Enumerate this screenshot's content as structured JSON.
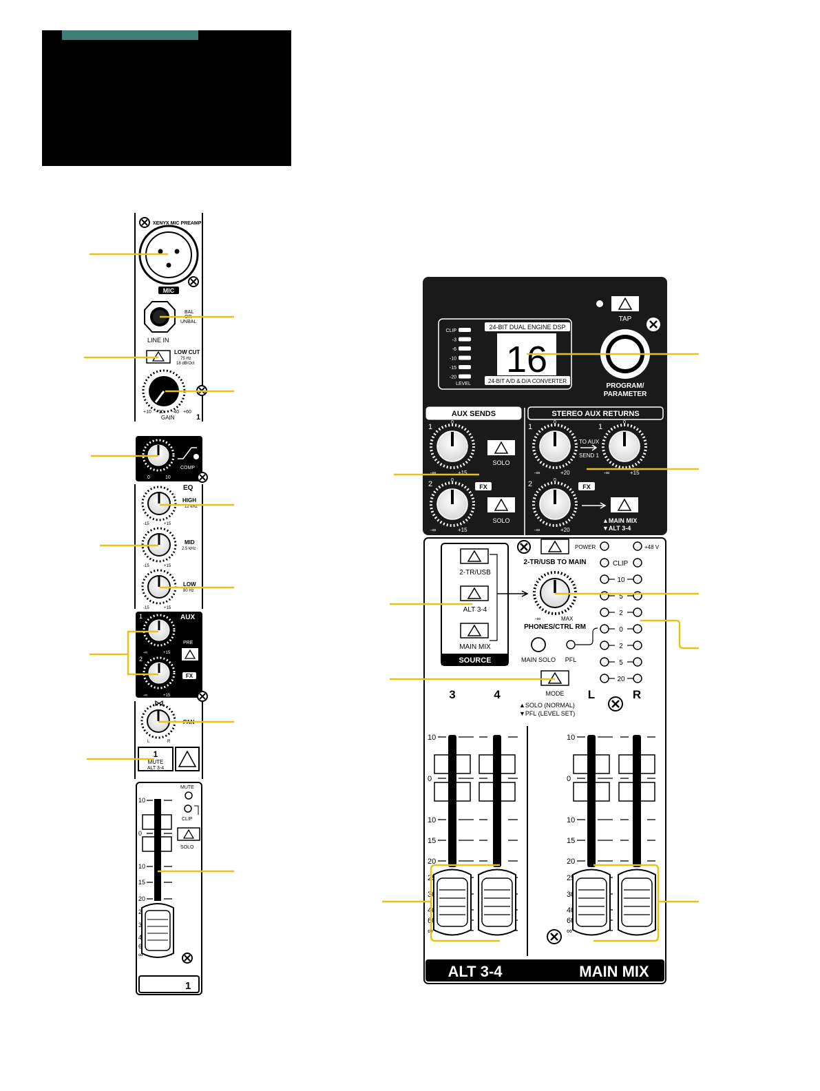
{
  "colors": {
    "callout": "#e8c21a",
    "accent": "#3f7f77",
    "panel_dark": "#1a1a1a",
    "line": "#000000"
  },
  "channel_strip": {
    "preamp_label": "XENYX MIC PREAMP",
    "mic_label": "MIC",
    "bal_label": "BAL",
    "or_label": "OR",
    "unbal_label": "UNBAL",
    "line_in_label": "LINE IN",
    "low_cut_label": "LOW CUT",
    "low_cut_freq": "75 Hz",
    "low_cut_slope": "18 dB/Oct",
    "gain_label": "GAIN",
    "gain_range": [
      "+10",
      "+10",
      "-40",
      "+60"
    ],
    "channel_number": "1",
    "comp_label": "COMP",
    "comp_range": [
      "0",
      "10"
    ],
    "eq_label": "EQ",
    "high_label": "HIGH",
    "high_freq": "12 kHz",
    "mid_label": "MID",
    "mid_freq": "2.5 kHz",
    "low_label": "LOW",
    "low_freq": "80 Hz",
    "eq_range": [
      "-15",
      "+15"
    ],
    "aux_label": "AUX",
    "aux1": "1",
    "aux2": "2",
    "aux_range": [
      "-∞",
      "+15"
    ],
    "pre_label": "PRE",
    "fx_label": "FX",
    "pan_label": "PAN",
    "pan_range": [
      "L",
      "R"
    ],
    "mute_label": "MUTE",
    "alt_label": "ALT 3-4",
    "fader_mute": "MUTE",
    "fader_clip": "CLIP",
    "fader_solo": "SOLO",
    "fader_scale": [
      "10",
      "0",
      "10",
      "15",
      "20",
      "25",
      "30",
      "40",
      "60",
      "∞"
    ],
    "fader_number": "1"
  },
  "main_section": {
    "tap_label": "TAP",
    "dsp_label": "24-BIT DUAL ENGINE DSP",
    "converter_label": "24-BIT A/D & D/A CONVERTER",
    "display_value": "16",
    "level_meter": [
      "CLIP",
      "-3",
      "-6",
      "-10",
      "-15",
      "-20"
    ],
    "level_label": "LEVEL",
    "program_label": "PROGRAM/",
    "parameter_label": "PARAMETER",
    "aux_sends_label": "AUX SENDS",
    "stereo_aux_returns_label": "STEREO AUX RETURNS",
    "solo_label": "SOLO",
    "fx_label": "FX",
    "to_aux_label": "TO AUX",
    "send1_label": "SEND 1",
    "main_mix_up": "▲MAIN MIX",
    "alt_down": "▼ALT 3-4",
    "num_1": "1",
    "num_2": "2",
    "range_sends": [
      "-∞",
      "+15"
    ],
    "range_returns": [
      "-∞",
      "+20"
    ],
    "source_buttons": [
      "2-TR/USB",
      "ALT 3-4",
      "MAIN MIX"
    ],
    "source_label": "SOURCE",
    "tr_usb_to_main": "2-TR/USB TO MAIN",
    "phones_label": "PHONES/CTRL RM",
    "phones_range": [
      "-∞",
      "MAX"
    ],
    "main_solo_label": "MAIN SOLO",
    "pfl_label": "PFL",
    "mode_label": "MODE",
    "solo_normal": "▲SOLO (NORMAL)",
    "pfl_level_set": "▼PFL (LEVEL SET)",
    "power_label": "POWER",
    "phantom_label": "+48 V",
    "meter_clip": "CLIP",
    "meter_scale": [
      "10",
      "5",
      "2",
      "0",
      "2",
      "5",
      "20"
    ],
    "ch3": "3",
    "ch4": "4",
    "ch_l": "L",
    "ch_r": "R",
    "fader_scale": [
      "10",
      "0",
      "10",
      "15",
      "20",
      "25",
      "30",
      "40",
      "60",
      "∞"
    ],
    "alt_footer": "ALT 3-4",
    "main_mix_footer": "MAIN MIX"
  }
}
